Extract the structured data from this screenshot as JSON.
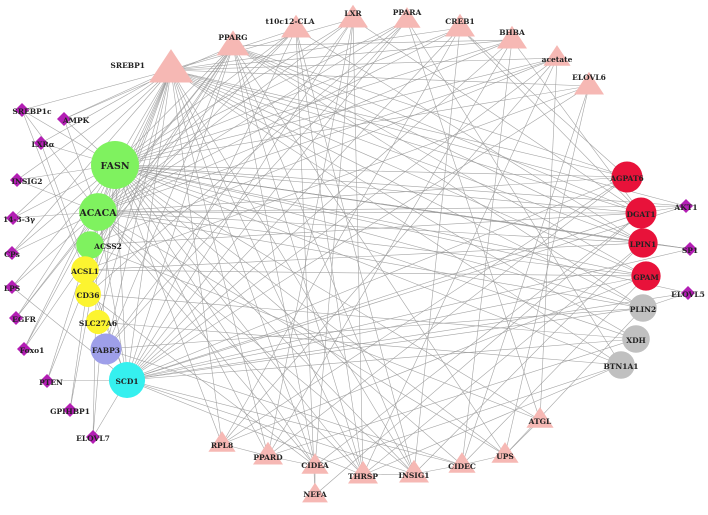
{
  "colors": {
    "edge": "#9a9a9a",
    "triangle": "#f6b8b4",
    "diamond": "#b31eb4",
    "green": "#7ff25f",
    "yellow": "#fcf430",
    "red": "#e8123a",
    "gray": "#c0c0c0",
    "purple": "#9e9fe9",
    "cyan": "#35f0ef",
    "label": "#222222"
  },
  "nodes": [
    {
      "id": "SREBP1",
      "label": "SREBP1",
      "shape": "triangle",
      "group": "triangle",
      "size": 1.0
    },
    {
      "id": "PPARG",
      "label": "PPARG",
      "shape": "triangle",
      "group": "triangle",
      "size": 0.6
    },
    {
      "id": "t10c12-CLA",
      "label": "t10c12-CLA",
      "shape": "triangle",
      "group": "triangle",
      "size": 0.5
    },
    {
      "id": "LXR",
      "label": "LXR",
      "shape": "triangle",
      "group": "triangle",
      "size": 0.5
    },
    {
      "id": "PPARA",
      "label": "PPARA",
      "shape": "triangle",
      "group": "triangle",
      "size": 0.4
    },
    {
      "id": "CREB1",
      "label": "CREB1",
      "shape": "triangle",
      "group": "triangle",
      "size": 0.5
    },
    {
      "id": "BHBA",
      "label": "BHBA",
      "shape": "triangle",
      "group": "triangle",
      "size": 0.5
    },
    {
      "id": "acetate",
      "label": "acetate",
      "shape": "triangle",
      "group": "triangle",
      "size": 0.4
    },
    {
      "id": "ELOVL6",
      "label": "ELOVL6",
      "shape": "triangle",
      "group": "triangle",
      "size": 0.5
    },
    {
      "id": "FASN",
      "label": "FASN",
      "shape": "circle",
      "group": "green",
      "size": 1.0
    },
    {
      "id": "ACACA",
      "label": "ACACA",
      "shape": "circle",
      "group": "green",
      "size": 0.7
    },
    {
      "id": "ACSS2",
      "label": "ACSS2",
      "shape": "circle",
      "group": "green",
      "size": 0.4
    },
    {
      "id": "ACSL1",
      "label": "ACSL1",
      "shape": "circle",
      "group": "yellow",
      "size": 0.4
    },
    {
      "id": "CD36",
      "label": "CD36",
      "shape": "circle",
      "group": "yellow",
      "size": 0.35
    },
    {
      "id": "SLC27A6",
      "label": "SLC27A6",
      "shape": "circle",
      "group": "yellow",
      "size": 0.3
    },
    {
      "id": "FABP3",
      "label": "FABP3",
      "shape": "circle",
      "group": "purple",
      "size": 0.5
    },
    {
      "id": "SCD1",
      "label": "SCD1",
      "shape": "circle",
      "group": "cyan",
      "size": 0.65
    },
    {
      "id": "AGPAT6",
      "label": "AGPAT6",
      "shape": "circle",
      "group": "red",
      "size": 0.5
    },
    {
      "id": "DGAT1",
      "label": "DGAT1",
      "shape": "circle",
      "group": "red",
      "size": 0.5
    },
    {
      "id": "LPIN1",
      "label": "LPIN1",
      "shape": "circle",
      "group": "red",
      "size": 0.45
    },
    {
      "id": "GPAM",
      "label": "GPAM",
      "shape": "circle",
      "group": "red",
      "size": 0.45
    },
    {
      "id": "PLIN2",
      "label": "PLIN2",
      "shape": "circle",
      "group": "gray",
      "size": 0.4
    },
    {
      "id": "XDH",
      "label": "XDH",
      "shape": "circle",
      "group": "gray",
      "size": 0.4
    },
    {
      "id": "BTN1A1",
      "label": "BTN1A1",
      "shape": "circle",
      "group": "gray",
      "size": 0.4
    },
    {
      "id": "AKT1",
      "label": "AKT1",
      "shape": "diamond",
      "group": "diamond",
      "size": 0.5
    },
    {
      "id": "SP1",
      "label": "SP1",
      "shape": "diamond",
      "group": "diamond",
      "size": 0.5
    },
    {
      "id": "ELOVL5",
      "label": "ELOVL5",
      "shape": "diamond",
      "group": "diamond",
      "size": 0.5
    },
    {
      "id": "ATGL",
      "label": "ATGL",
      "shape": "triangle",
      "group": "triangle",
      "size": 0.4
    },
    {
      "id": "UPS",
      "label": "UPS",
      "shape": "triangle",
      "group": "triangle",
      "size": 0.4
    },
    {
      "id": "CIDEC",
      "label": "CIDEC",
      "shape": "triangle",
      "group": "triangle",
      "size": 0.4
    },
    {
      "id": "INSIG1",
      "label": "INSIG1",
      "shape": "triangle",
      "group": "triangle",
      "size": 0.5
    },
    {
      "id": "THRSP",
      "label": "THRSP",
      "shape": "triangle",
      "group": "triangle",
      "size": 0.5
    },
    {
      "id": "CIDEA",
      "label": "CIDEA",
      "shape": "triangle",
      "group": "triangle",
      "size": 0.4
    },
    {
      "id": "NEFA",
      "label": "NEFA",
      "shape": "triangle",
      "group": "triangle",
      "size": 0.35
    },
    {
      "id": "PPARD",
      "label": "PPARD",
      "shape": "triangle",
      "group": "triangle",
      "size": 0.5
    },
    {
      "id": "RPL8",
      "label": "RPL8",
      "shape": "triangle",
      "group": "triangle",
      "size": 0.4
    },
    {
      "id": "SREBP1c",
      "label": "SREBP1c",
      "shape": "diamond",
      "group": "diamond",
      "size": 0.5
    },
    {
      "id": "AMPK",
      "label": "AMPK",
      "shape": "diamond",
      "group": "diamond",
      "size": 0.5
    },
    {
      "id": "LXRa",
      "label": "LXRα",
      "shape": "diamond",
      "group": "diamond",
      "size": 0.5
    },
    {
      "id": "INSIG2",
      "label": "INSIG2",
      "shape": "diamond",
      "group": "diamond",
      "size": 0.5
    },
    {
      "id": "14-3-3",
      "label": "14-3-3γ",
      "shape": "diamond",
      "group": "diamond",
      "size": 0.5
    },
    {
      "id": "CPS",
      "label": "CPs",
      "shape": "diamond",
      "group": "diamond",
      "size": 0.5
    },
    {
      "id": "LPS",
      "label": "LPS",
      "shape": "diamond",
      "group": "diamond",
      "size": 0.5
    },
    {
      "id": "EGFR",
      "label": "EGFR",
      "shape": "diamond",
      "group": "diamond",
      "size": 0.5
    },
    {
      "id": "Foxo1",
      "label": "Foxo1",
      "shape": "diamond",
      "group": "diamond",
      "size": 0.5
    },
    {
      "id": "PTEN",
      "label": "PTEN",
      "shape": "diamond",
      "group": "diamond",
      "size": 0.5
    },
    {
      "id": "GPIHBP1",
      "label": "GPIHBP1",
      "shape": "diamond",
      "group": "diamond",
      "size": 0.5
    },
    {
      "id": "ELOVL7",
      "label": "ELOVL7",
      "shape": "diamond",
      "group": "diamond",
      "size": 0.5
    }
  ],
  "edges": [
    [
      "SREBP1",
      "FASN"
    ],
    [
      "SREBP1",
      "ACACA"
    ],
    [
      "SREBP1",
      "SCD1"
    ],
    [
      "SREBP1",
      "FABP3"
    ],
    [
      "SREBP1",
      "ACSS2"
    ],
    [
      "SREBP1",
      "ACSL1"
    ],
    [
      "SREBP1",
      "CD36"
    ],
    [
      "SREBP1",
      "AGPAT6"
    ],
    [
      "SREBP1",
      "DGAT1"
    ],
    [
      "SREBP1",
      "GPAM"
    ],
    [
      "SREBP1",
      "LPIN1"
    ],
    [
      "SREBP1",
      "THRSP"
    ],
    [
      "SREBP1",
      "INSIG1"
    ],
    [
      "SREBP1",
      "ELOVL6"
    ],
    [
      "SREBP1",
      "CIDEA"
    ],
    [
      "SREBP1",
      "RPL8"
    ],
    [
      "SREBP1",
      "PLIN2"
    ],
    [
      "SREBP1",
      "XDH"
    ],
    [
      "SREBP1",
      "BTN1A1"
    ],
    [
      "SREBP1",
      "PPARD"
    ],
    [
      "SREBP1",
      "SLC27A6"
    ],
    [
      "PPARG",
      "FASN"
    ],
    [
      "PPARG",
      "ACACA"
    ],
    [
      "PPARG",
      "SCD1"
    ],
    [
      "PPARG",
      "CD36"
    ],
    [
      "PPARG",
      "DGAT1"
    ],
    [
      "PPARG",
      "AGPAT6"
    ],
    [
      "PPARG",
      "GPAM"
    ],
    [
      "PPARG",
      "LPIN1"
    ],
    [
      "PPARG",
      "FABP3"
    ],
    [
      "PPARG",
      "PLIN2"
    ],
    [
      "PPARG",
      "CIDEA"
    ],
    [
      "PPARG",
      "INSIG1"
    ],
    [
      "PPARG",
      "THRSP"
    ],
    [
      "PPARG",
      "ACSL1"
    ],
    [
      "PPARG",
      "UPS"
    ],
    [
      "t10c12-CLA",
      "FASN"
    ],
    [
      "t10c12-CLA",
      "ACACA"
    ],
    [
      "t10c12-CLA",
      "SCD1"
    ],
    [
      "t10c12-CLA",
      "SREBP1"
    ],
    [
      "t10c12-CLA",
      "INSIG1"
    ],
    [
      "t10c12-CLA",
      "THRSP"
    ],
    [
      "t10c12-CLA",
      "LPIN1"
    ],
    [
      "t10c12-CLA",
      "NEFA"
    ],
    [
      "t10c12-CLA",
      "ACSS2"
    ],
    [
      "LXR",
      "FASN"
    ],
    [
      "LXR",
      "SREBP1"
    ],
    [
      "LXR",
      "SCD1"
    ],
    [
      "LXR",
      "ACACA"
    ],
    [
      "LXR",
      "THRSP"
    ],
    [
      "LXR",
      "DGAT1"
    ],
    [
      "LXR",
      "CIDEA"
    ],
    [
      "LXR",
      "PPARD"
    ],
    [
      "LXR",
      "FABP3"
    ],
    [
      "PPARA",
      "FASN"
    ],
    [
      "PPARA",
      "ACACA"
    ],
    [
      "PPARA",
      "SCD1"
    ],
    [
      "PPARA",
      "CD36"
    ],
    [
      "PPARA",
      "FABP3"
    ],
    [
      "PPARA",
      "BTN1A1"
    ],
    [
      "PPARA",
      "ATGL"
    ],
    [
      "CREB1",
      "FASN"
    ],
    [
      "CREB1",
      "ACACA"
    ],
    [
      "CREB1",
      "SCD1"
    ],
    [
      "CREB1",
      "SREBP1"
    ],
    [
      "CREB1",
      "DGAT1"
    ],
    [
      "CREB1",
      "AGPAT6"
    ],
    [
      "CREB1",
      "INSIG1"
    ],
    [
      "CREB1",
      "RPL8"
    ],
    [
      "BHBA",
      "FASN"
    ],
    [
      "BHBA",
      "ACACA"
    ],
    [
      "BHBA",
      "SCD1"
    ],
    [
      "BHBA",
      "SREBP1"
    ],
    [
      "BHBA",
      "PPARG"
    ],
    [
      "BHBA",
      "DGAT1"
    ],
    [
      "BHBA",
      "CIDEC"
    ],
    [
      "BHBA",
      "PPARD"
    ],
    [
      "acetate",
      "FASN"
    ],
    [
      "acetate",
      "ACACA"
    ],
    [
      "acetate",
      "ACSS2"
    ],
    [
      "acetate",
      "SCD1"
    ],
    [
      "acetate",
      "SREBP1"
    ],
    [
      "acetate",
      "ATGL"
    ],
    [
      "acetate",
      "RPL8"
    ],
    [
      "acetate",
      "THRSP"
    ],
    [
      "ELOVL6",
      "FASN"
    ],
    [
      "ELOVL6",
      "SCD1"
    ],
    [
      "ELOVL6",
      "UPS"
    ],
    [
      "ELOVL6",
      "CIDEC"
    ],
    [
      "ELOVL6",
      "ACSL1"
    ],
    [
      "FASN",
      "ACACA"
    ],
    [
      "FASN",
      "SCD1"
    ],
    [
      "FASN",
      "AGPAT6"
    ],
    [
      "FASN",
      "DGAT1"
    ],
    [
      "FASN",
      "LPIN1"
    ],
    [
      "FASN",
      "GPAM"
    ],
    [
      "FASN",
      "PLIN2"
    ],
    [
      "FASN",
      "XDH"
    ],
    [
      "FASN",
      "BTN1A1"
    ],
    [
      "FASN",
      "THRSP"
    ],
    [
      "FASN",
      "INSIG1"
    ],
    [
      "FASN",
      "CIDEA"
    ],
    [
      "FASN",
      "CIDEC"
    ],
    [
      "FASN",
      "PPARD"
    ],
    [
      "FASN",
      "RPL8"
    ],
    [
      "FASN",
      "UPS"
    ],
    [
      "FASN",
      "ATGL"
    ],
    [
      "FASN",
      "AKT1"
    ],
    [
      "FASN",
      "SP1"
    ],
    [
      "FASN",
      "ELOVL5"
    ],
    [
      "ACACA",
      "SCD1"
    ],
    [
      "ACACA",
      "AGPAT6"
    ],
    [
      "ACACA",
      "DGAT1"
    ],
    [
      "ACACA",
      "GPAM"
    ],
    [
      "ACACA",
      "LPIN1"
    ],
    [
      "ACACA",
      "THRSP"
    ],
    [
      "ACACA",
      "INSIG1"
    ],
    [
      "ACACA",
      "CIDEA"
    ],
    [
      "ACACA",
      "UPS"
    ],
    [
      "ACACA",
      "PLIN2"
    ],
    [
      "ACACA",
      "AKT1"
    ],
    [
      "SCD1",
      "AGPAT6"
    ],
    [
      "SCD1",
      "DGAT1"
    ],
    [
      "SCD1",
      "GPAM"
    ],
    [
      "SCD1",
      "THRSP"
    ],
    [
      "SCD1",
      "INSIG1"
    ],
    [
      "SCD1",
      "CIDEC"
    ],
    [
      "SCD1",
      "PLIN2"
    ],
    [
      "SCD1",
      "XDH"
    ],
    [
      "ACSS2",
      "DGAT1"
    ],
    [
      "ACSS2",
      "ATGL"
    ],
    [
      "ACSL1",
      "LPIN1"
    ],
    [
      "ACSL1",
      "GPAM"
    ],
    [
      "CD36",
      "XDH"
    ],
    [
      "CD36",
      "CIDEA"
    ],
    [
      "SLC27A6",
      "BTN1A1"
    ],
    [
      "FABP3",
      "PLIN2"
    ],
    [
      "FABP3",
      "CIDEC"
    ],
    [
      "AGPAT6",
      "RPL8"
    ],
    [
      "AGPAT6",
      "PPARD"
    ],
    [
      "DGAT1",
      "CIDEA"
    ],
    [
      "DGAT1",
      "NEFA"
    ],
    [
      "LPIN1",
      "INSIG1"
    ],
    [
      "LPIN1",
      "THRSP"
    ],
    [
      "GPAM",
      "RPL8"
    ],
    [
      "GPAM",
      "CIDEC"
    ],
    [
      "PLIN2",
      "UPS"
    ],
    [
      "XDH",
      "PPARD"
    ],
    [
      "BTN1A1",
      "THRSP"
    ],
    [
      "BTN1A1",
      "CIDEA"
    ],
    [
      "AKT1",
      "SCD1"
    ],
    [
      "AKT1",
      "SREBP1"
    ],
    [
      "AKT1",
      "DGAT1"
    ],
    [
      "SP1",
      "SCD1"
    ],
    [
      "SP1",
      "LPIN1"
    ],
    [
      "SP1",
      "FASN"
    ],
    [
      "ELOVL5",
      "SCD1"
    ],
    [
      "ELOVL5",
      "PLIN2"
    ],
    [
      "SREBP1c",
      "FASN"
    ],
    [
      "SREBP1c",
      "ACACA"
    ],
    [
      "SREBP1c",
      "SCD1"
    ],
    [
      "SREBP1c",
      "SREBP1"
    ],
    [
      "AMPK",
      "FASN"
    ],
    [
      "AMPK",
      "ACACA"
    ],
    [
      "AMPK",
      "SREBP1"
    ],
    [
      "AMPK",
      "PPARG"
    ],
    [
      "LXRa",
      "FASN"
    ],
    [
      "LXRa",
      "SCD1"
    ],
    [
      "LXRa",
      "SREBP1"
    ],
    [
      "INSIG2",
      "FASN"
    ],
    [
      "INSIG2",
      "SREBP1"
    ],
    [
      "INSIG2",
      "ACACA"
    ],
    [
      "14-3-3",
      "FASN"
    ],
    [
      "14-3-3",
      "ACACA"
    ],
    [
      "14-3-3",
      "SREBP1"
    ],
    [
      "CPS",
      "FASN"
    ],
    [
      "CPS",
      "ACACA"
    ],
    [
      "CPS",
      "SREBP1"
    ],
    [
      "LPS",
      "FASN"
    ],
    [
      "LPS",
      "ACACA"
    ],
    [
      "LPS",
      "SCD1"
    ],
    [
      "EGFR",
      "FASN"
    ],
    [
      "EGFR",
      "ACACA"
    ],
    [
      "EGFR",
      "PPARG"
    ],
    [
      "Foxo1",
      "FASN"
    ],
    [
      "Foxo1",
      "ACACA"
    ],
    [
      "Foxo1",
      "PPARG"
    ],
    [
      "PTEN",
      "FASN"
    ],
    [
      "PTEN",
      "SREBP1"
    ],
    [
      "PTEN",
      "SCD1"
    ],
    [
      "GPIHBP1",
      "FASN"
    ],
    [
      "GPIHBP1",
      "ACACA"
    ],
    [
      "ELOVL7",
      "ACACA"
    ],
    [
      "ELOVL7",
      "FASN"
    ],
    [
      "ELOVL7",
      "SCD1"
    ],
    [
      "RPL8",
      "PPARD"
    ],
    [
      "PPARD",
      "CIDEA"
    ],
    [
      "CIDEA",
      "NEFA"
    ],
    [
      "THRSP",
      "INSIG1"
    ],
    [
      "INSIG1",
      "CIDEC"
    ],
    [
      "CIDEC",
      "UPS"
    ],
    [
      "UPS",
      "ATGL"
    ]
  ]
}
